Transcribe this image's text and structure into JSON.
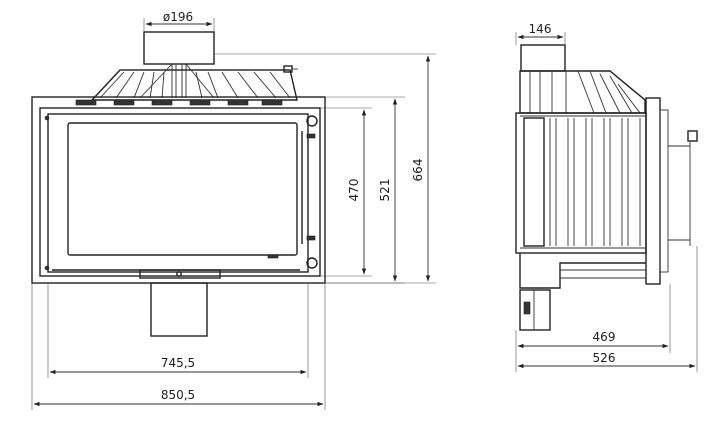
{
  "dimensions": {
    "flue_diameter": "ø196",
    "overall_width": "850,5",
    "glass_width": "745,5",
    "glass_height": "470",
    "frame_height": "521",
    "total_height": "664",
    "flue_depth": "146",
    "body_depth": "469",
    "total_depth": "526"
  },
  "colors": {
    "line": "#222222",
    "background": "#ffffff"
  }
}
